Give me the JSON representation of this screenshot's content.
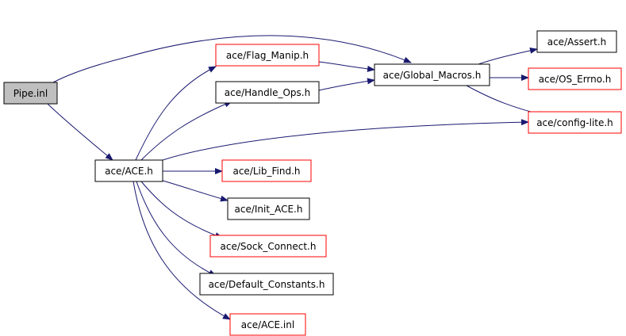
{
  "colors": {
    "edge": "#191970",
    "box_border_default": "#000000",
    "box_border_missing": "#ff0000",
    "root_fill": "#bfbfbf",
    "box_fill": "#ffffff"
  },
  "nodes": {
    "pipe_inl": {
      "label": "Pipe.inl",
      "style": "root"
    },
    "ace_h": {
      "label": "ace/ACE.h",
      "style": "default"
    },
    "flag_manip": {
      "label": "ace/Flag_Manip.h",
      "style": "missing"
    },
    "handle_ops": {
      "label": "ace/Handle_Ops.h",
      "style": "default"
    },
    "global_macros": {
      "label": "ace/Global_Macros.h",
      "style": "default"
    },
    "assert_h": {
      "label": "ace/Assert.h",
      "style": "default"
    },
    "os_errno": {
      "label": "ace/OS_Errno.h",
      "style": "missing"
    },
    "config_lite": {
      "label": "ace/config-lite.h",
      "style": "missing"
    },
    "lib_find": {
      "label": "ace/Lib_Find.h",
      "style": "missing"
    },
    "init_ace": {
      "label": "ace/Init_ACE.h",
      "style": "default"
    },
    "sock_connect": {
      "label": "ace/Sock_Connect.h",
      "style": "missing"
    },
    "default_constants": {
      "label": "ace/Default_Constants.h",
      "style": "default"
    },
    "ace_inl": {
      "label": "ace/ACE.inl",
      "style": "missing"
    }
  }
}
